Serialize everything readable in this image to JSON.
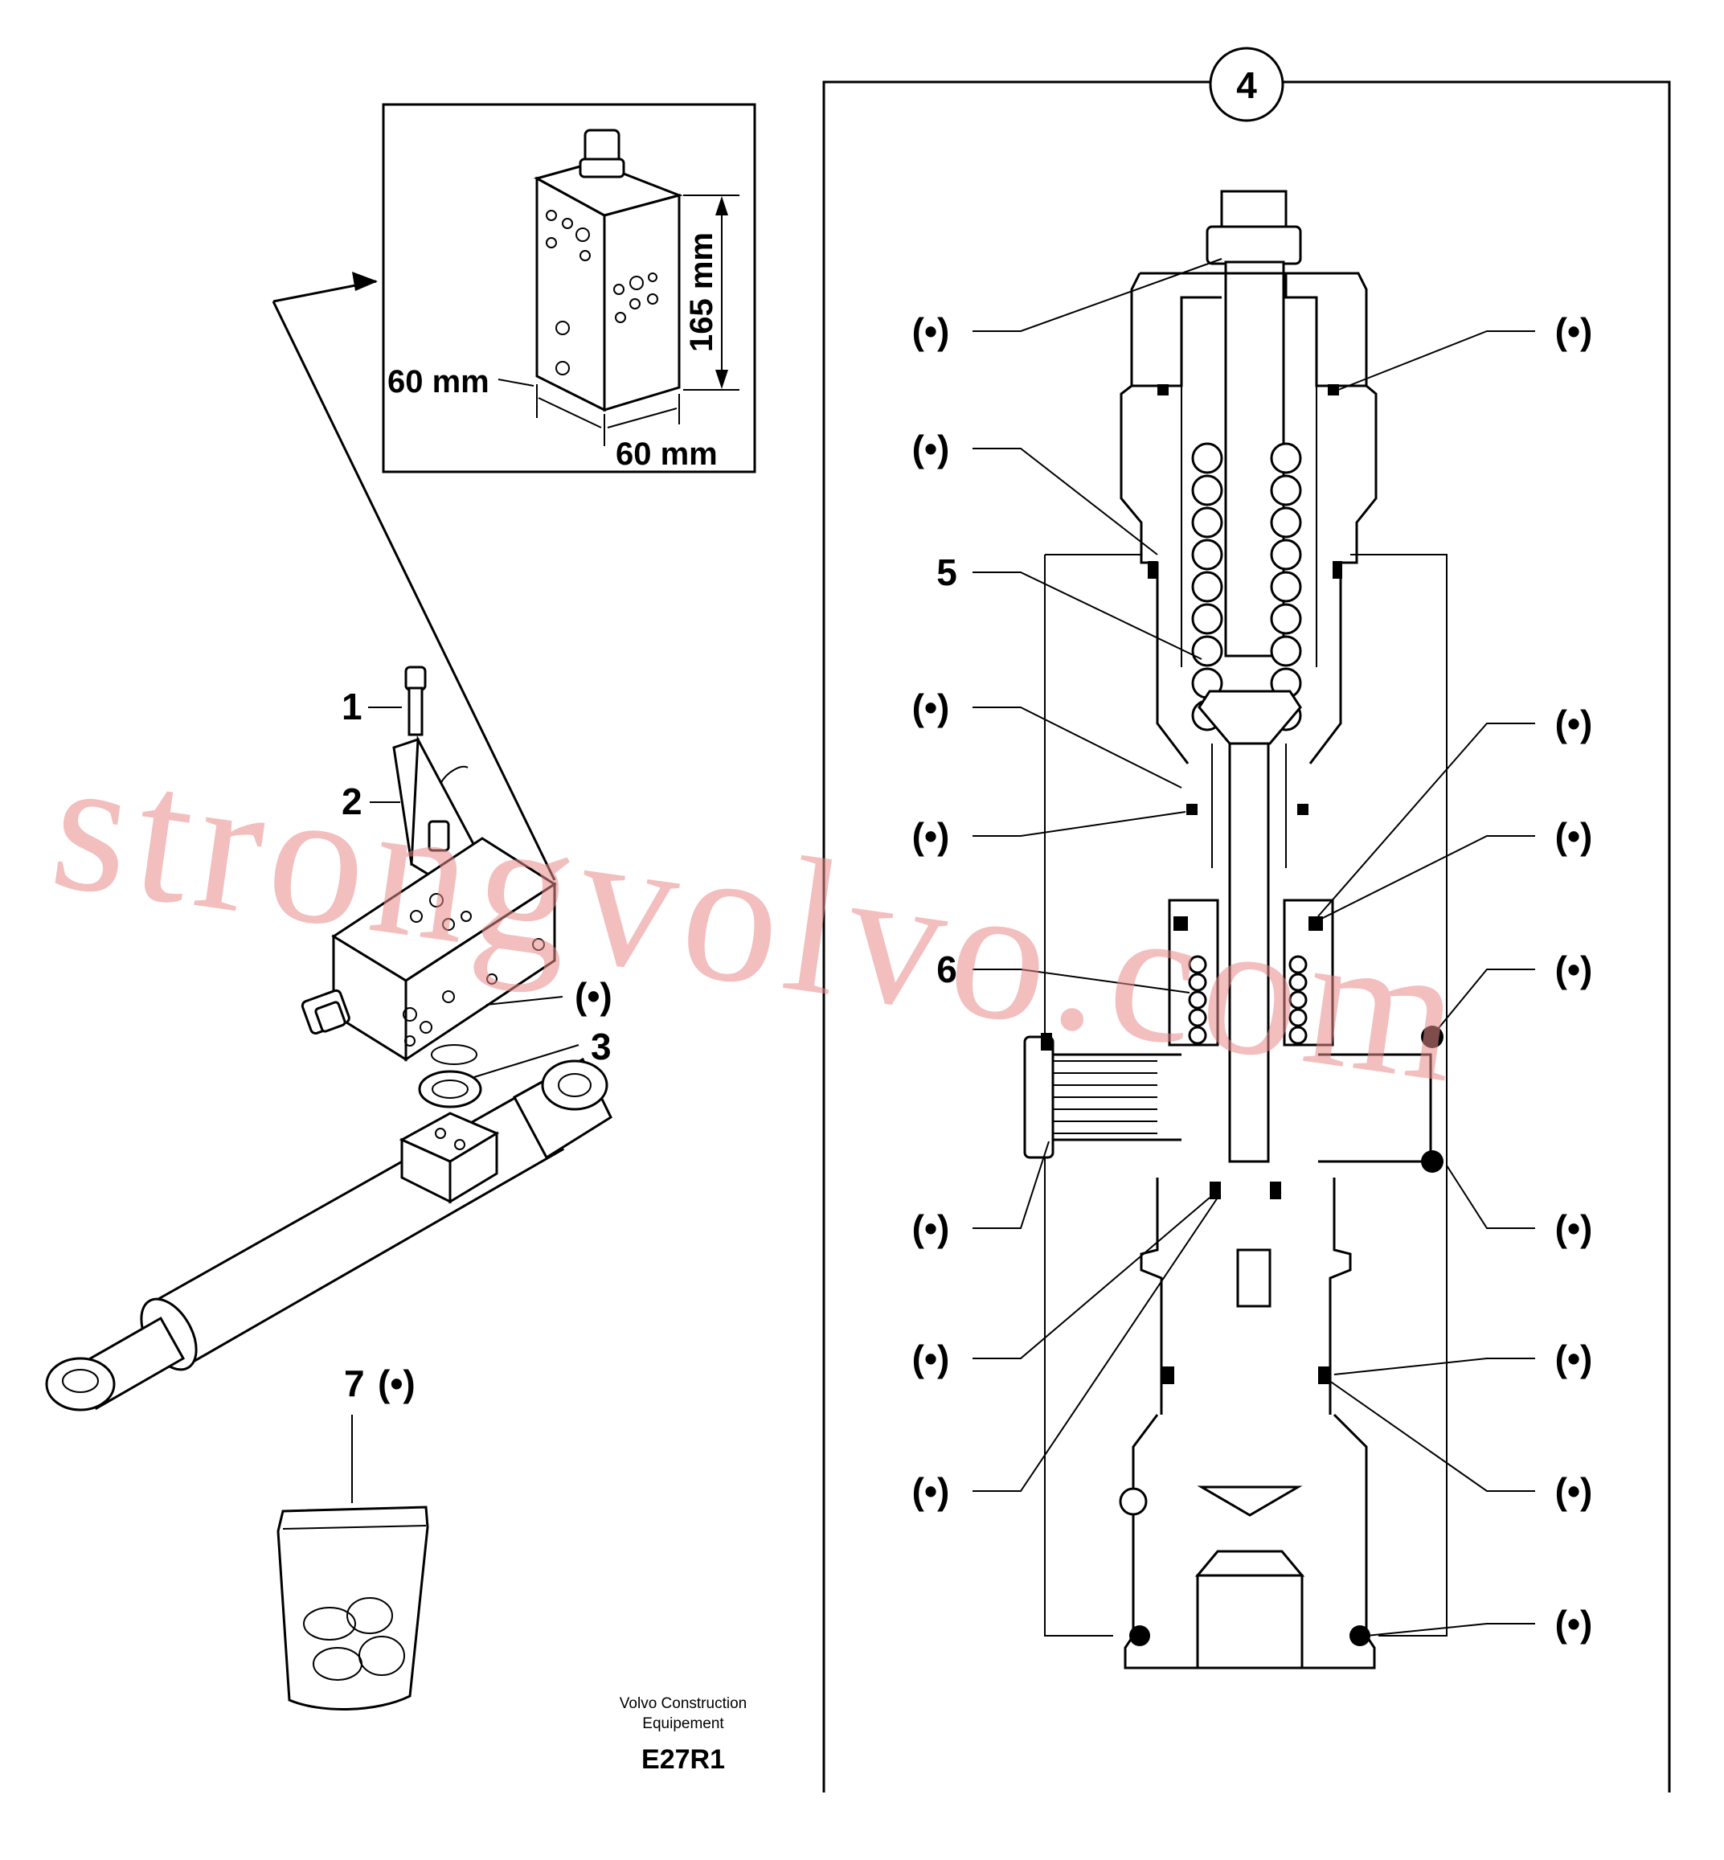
{
  "diagram": {
    "detail_number": "4",
    "inset": {
      "dim_height": "165 mm",
      "dim_width_left": "60 mm",
      "dim_width_bottom": "60 mm"
    },
    "left_callouts": [
      "1",
      "2",
      "(•)",
      "3",
      "7",
      "(•)"
    ],
    "detail_callouts": {
      "left": [
        "(•)",
        "(•)",
        "5",
        "(•)",
        "(•)",
        "6",
        "(•)",
        "(•)",
        "(•)"
      ],
      "right": [
        "(•)",
        "(•)",
        "(•)",
        "(•)",
        "(•)",
        "(•)",
        "(•)",
        "(•)"
      ]
    },
    "caption_line1": "Volvo Construction",
    "caption_line2": "Equipement",
    "figure_code": "E27R1",
    "watermark": "strongvolvo.com"
  }
}
